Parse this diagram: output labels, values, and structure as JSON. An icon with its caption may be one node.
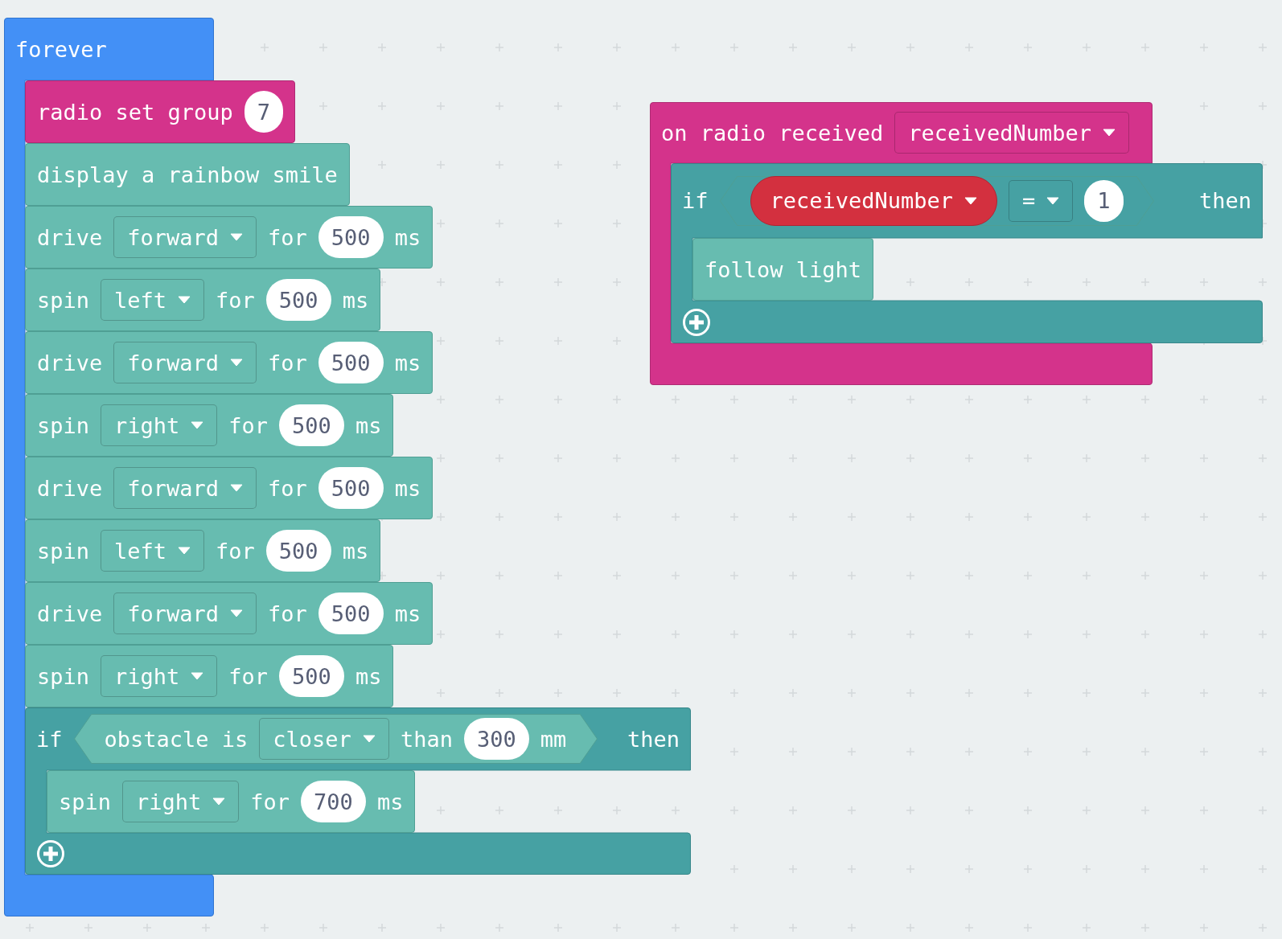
{
  "diagram": {
    "nodes": [
      {
        "text": [
          "forever"
        ]
      },
      {
        "text": [
          "radio set group"
        ]
      },
      {
        "text": [
          "7"
        ],
        "in": 1
      },
      {
        "text": [
          "display a rainbow smile"
        ]
      },
      {
        "text": [
          "drive",
          "for",
          "ms"
        ]
      },
      {
        "text": [
          "forward"
        ],
        "in": 4
      },
      {
        "text": [
          "500"
        ],
        "in": 4
      },
      {
        "text": [
          "spin",
          "for",
          "ms"
        ]
      },
      {
        "text": [
          "left"
        ],
        "in": 7
      },
      {
        "text": [
          "500"
        ],
        "in": 7
      },
      {
        "text": [
          "drive",
          "for",
          "ms"
        ]
      },
      {
        "text": [
          "forward"
        ],
        "in": 10
      },
      {
        "text": [
          "500"
        ],
        "in": 10
      },
      {
        "text": [
          "spin",
          "for",
          "ms"
        ]
      },
      {
        "text": [
          "right"
        ],
        "in": 13
      },
      {
        "text": [
          "500"
        ],
        "in": 13
      },
      {
        "text": [
          "drive",
          "for",
          "ms"
        ]
      },
      {
        "text": [
          "forward"
        ],
        "in": 16
      },
      {
        "text": [
          "500"
        ],
        "in": 16
      },
      {
        "text": [
          "spin",
          "for",
          "ms"
        ]
      },
      {
        "text": [
          "left"
        ],
        "in": 19
      },
      {
        "text": [
          "500"
        ],
        "in": 19
      },
      {
        "text": [
          "drive",
          "for",
          "ms"
        ]
      },
      {
        "text": [
          "forward"
        ],
        "in": 22
      },
      {
        "text": [
          "500"
        ],
        "in": 22
      },
      {
        "text": [
          "spin",
          "for",
          "ms"
        ]
      },
      {
        "text": [
          "right"
        ],
        "in": 25
      },
      {
        "text": [
          "500"
        ],
        "in": 25
      },
      {
        "text": [
          "if",
          "then"
        ]
      },
      {
        "text": [
          "obstacle is",
          "than",
          "mm"
        ],
        "in": 28
      },
      {
        "text": [
          "closer"
        ],
        "in": 29
      },
      {
        "text": [
          "300"
        ],
        "in": 29
      },
      {
        "text": [
          "spin",
          "for",
          "ms"
        ],
        "in": 28
      },
      {
        "text": [
          "right"
        ],
        "in": 32
      },
      {
        "text": [
          "700"
        ],
        "in": 32
      },
      {
        "text": [
          "on radio received"
        ]
      },
      {
        "text": [
          "receivedNumber"
        ],
        "in": 35
      },
      {
        "text": [
          "if",
          "then"
        ]
      },
      {
        "text": [],
        "shape": "hexagon",
        "in": 37
      },
      {
        "text": [
          "receivedNumber"
        ],
        "in": 38
      },
      {
        "text": [
          "="
        ],
        "in": 38
      },
      {
        "text": [
          "1"
        ],
        "in": 38
      },
      {
        "text": [
          "follow light"
        ],
        "in": 37
      }
    ]
  }
}
